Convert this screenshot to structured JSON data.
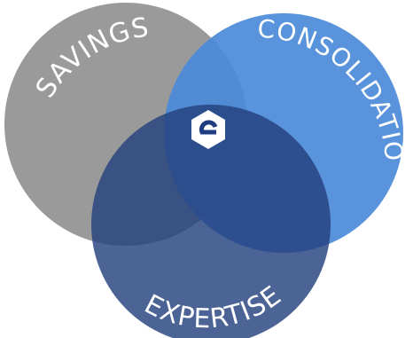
{
  "labels": {
    "savings": "SAVINGS",
    "consolidation": "CONSOLIDATION",
    "expertise": "EXPERTISE"
  },
  "logo_icon": "hexagon-e-logo-icon",
  "colors": {
    "savings": "#9a9a9a",
    "consolidation": "#4a8ad8",
    "expertise": "#2c4a8a",
    "text": "#ffffff"
  }
}
